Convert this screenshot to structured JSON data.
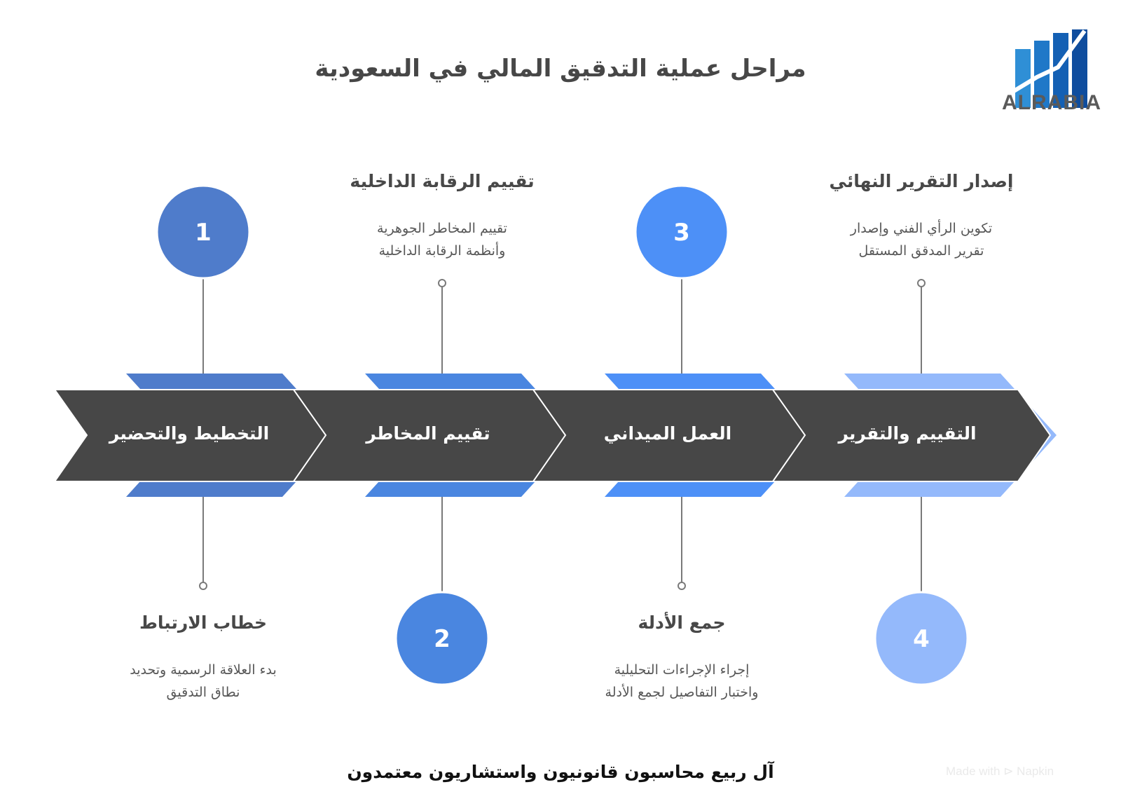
{
  "title": "مراحل عملية التدقيق المالي في السعودية",
  "brand": {
    "name": "ALRABIA",
    "icon": "bar-chart-logo"
  },
  "stages": [
    {
      "number": "1",
      "label": "التخطيط والتحضير",
      "sub_title": "خطاب الارتباط",
      "sub_desc_1": "بدء العلاقة الرسمية وتحديد",
      "sub_desc_2": "نطاق التدقيق",
      "color": "#4f7ccb",
      "callout": "below"
    },
    {
      "number": "2",
      "label": "تقييم المخاطر",
      "sub_title": "تقييم الرقابة الداخلية",
      "sub_desc_1": "تقييم المخاطر الجوهرية",
      "sub_desc_2": "وأنظمة الرقابة الداخلية",
      "color": "#4a86e0",
      "callout": "above"
    },
    {
      "number": "3",
      "label": "العمل الميداني",
      "sub_title": "جمع الأدلة",
      "sub_desc_1": "إجراء الإجراءات التحليلية",
      "sub_desc_2": "واختبار التفاصيل لجمع الأدلة",
      "color": "#4d90f7",
      "callout": "below"
    },
    {
      "number": "4",
      "label": "التقييم والتقرير",
      "sub_title": "إصدار التقرير النهائي",
      "sub_desc_1": "تكوين الرأي الفني وإصدار",
      "sub_desc_2": "تقرير المدقق المستقل",
      "color": "#94b9fb",
      "callout": "above"
    }
  ],
  "footer": "آل ربيع محاسبون قانونيون واستشاريون معتمدون",
  "watermark": "Made with ⊳ Napkin",
  "colors": {
    "chevron_dark": "#474747",
    "line": "#7a7a7a"
  }
}
